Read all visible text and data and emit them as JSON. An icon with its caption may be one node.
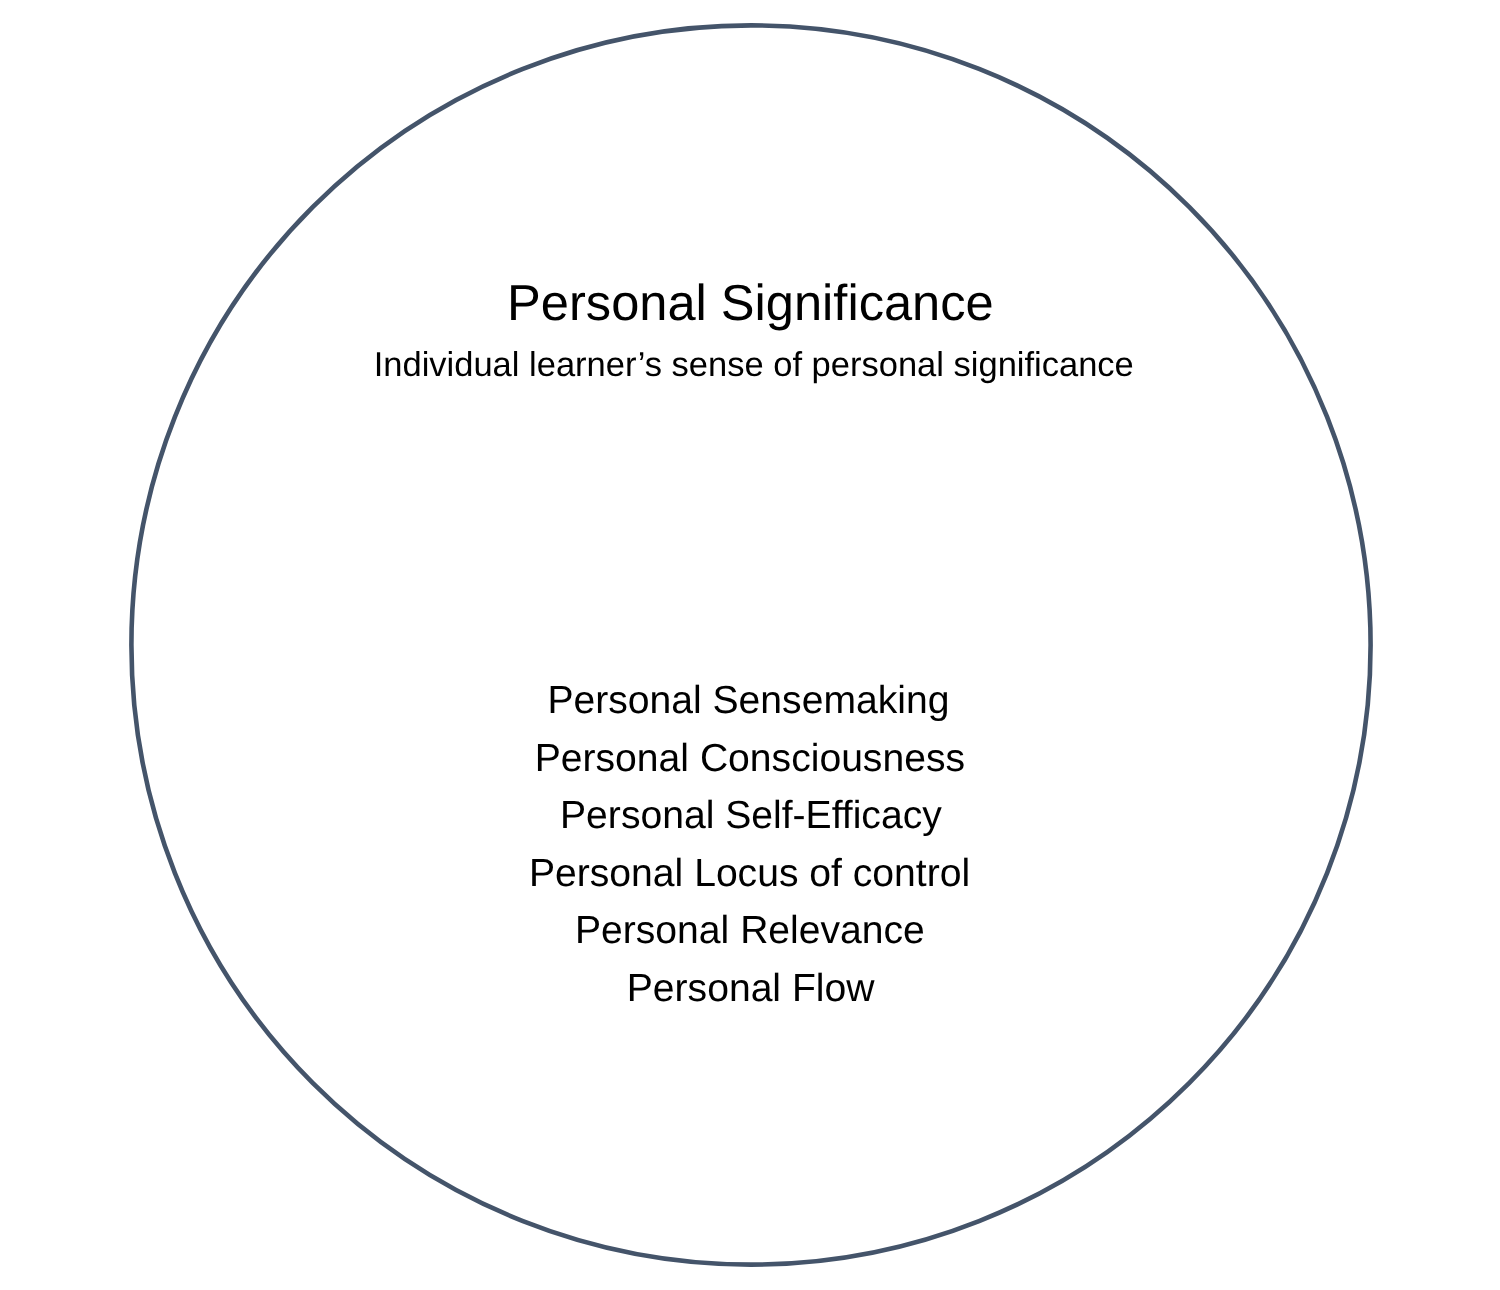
{
  "diagram": {
    "nodes": [
      {
        "text": [
          "Personal Significance",
          "Individual learner’s sense of personal significance",
          "Personal Sensemaking",
          "Personal Consciousness",
          "Personal Self-Efficacy",
          "Personal Locus of control",
          "Personal Relevance",
          "Personal Flow"
        ]
      }
    ],
    "edges": []
  }
}
